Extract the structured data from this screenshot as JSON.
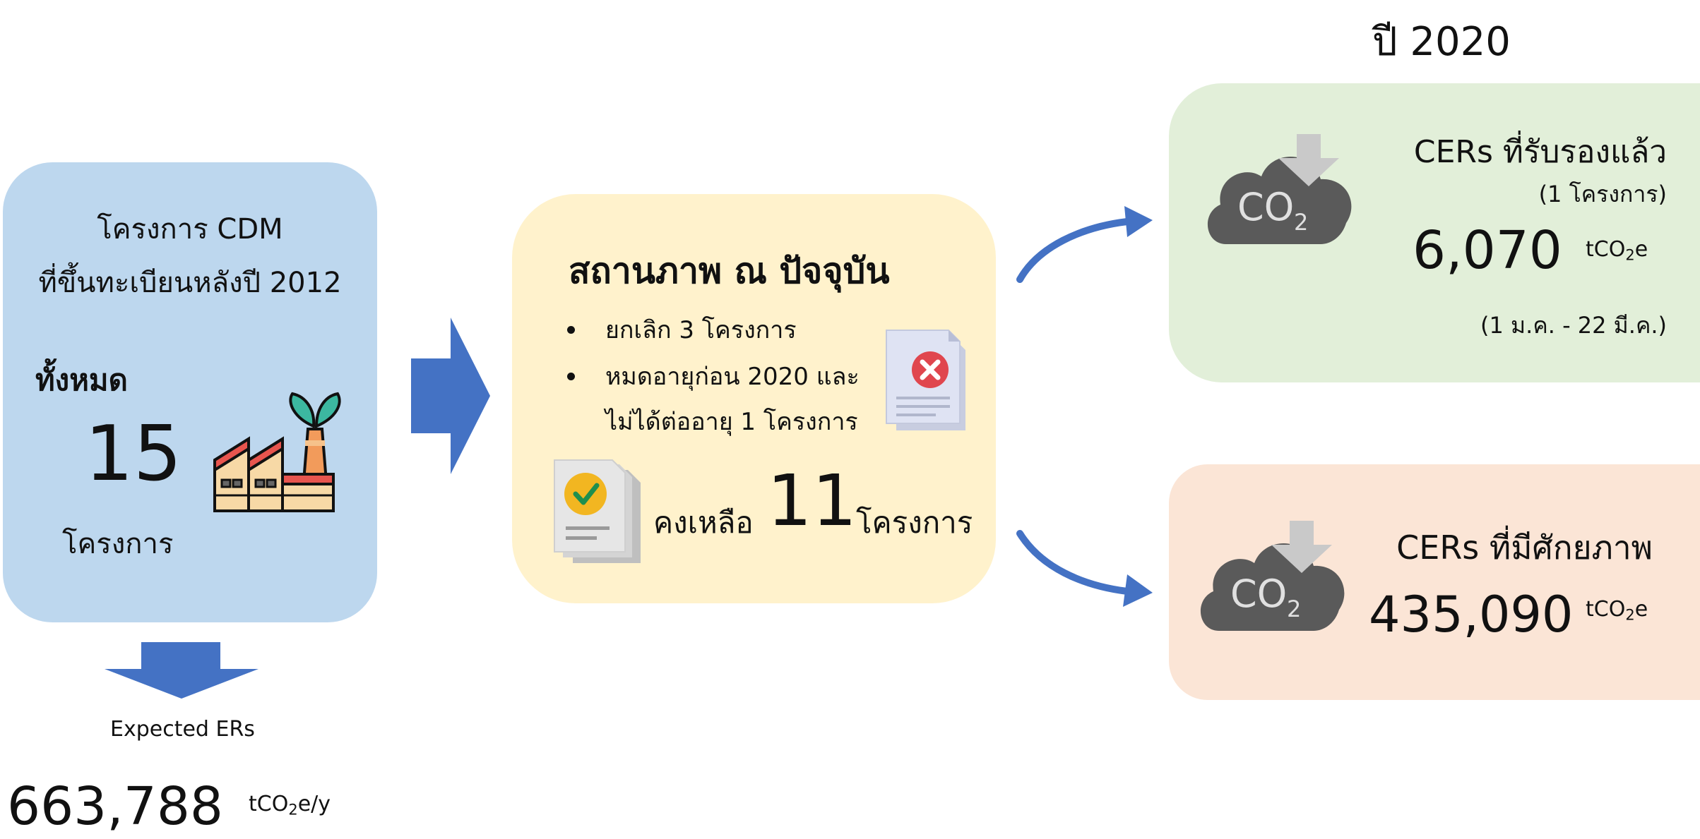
{
  "year_title": "ปี 2020",
  "left_box": {
    "title_line1": "โครงการ CDM",
    "title_line2": "ที่ขึ้นทะเบียนหลังปี 2012",
    "total_label": "ทั้งหมด",
    "count": "15",
    "count_unit": "โครงการ",
    "icon": "factory-icon"
  },
  "expected": {
    "label": "Expected ERs",
    "value": "663,788",
    "unit_prefix": "tCO",
    "unit_sub": "2",
    "unit_suffix": "e/y"
  },
  "status_box": {
    "title": "สถานภาพ ณ ปัจจุบัน",
    "bullets": [
      "ยกเลิก 3 โครงการ",
      "หมดอายุก่อน 2020 และ",
      "ไม่ได้ต่ออายุ 1 โครงการ"
    ],
    "remaining_label": "คงเหลือ",
    "remaining_count": "11",
    "remaining_unit": "โครงการ",
    "reject_icon": "rejected-document-icon",
    "approve_icon": "approved-document-icon"
  },
  "certified": {
    "title": "CERs ที่รับรองแล้ว",
    "subtitle": "(1 โครงการ)",
    "value": "6,070",
    "unit_prefix": "tCO",
    "unit_sub": "2",
    "unit_suffix": "e",
    "period": "(1 ม.ค. - 22 มี.ค.)",
    "icon": "co2-cloud-icon",
    "icon_text": "CO",
    "icon_sub": "2"
  },
  "potential": {
    "title": "CERs ที่มีศักยภาพ",
    "value": "435,090",
    "unit_prefix": "tCO",
    "unit_sub": "2",
    "unit_suffix": "e",
    "icon": "co2-cloud-icon",
    "icon_text": "CO",
    "icon_sub": "2"
  },
  "colors": {
    "blue_box": "#bdd7ee",
    "yellow_box": "#fff2cc",
    "green_box": "#e2efd9",
    "peach_box": "#fbe5d6",
    "arrow": "#4472c4"
  }
}
